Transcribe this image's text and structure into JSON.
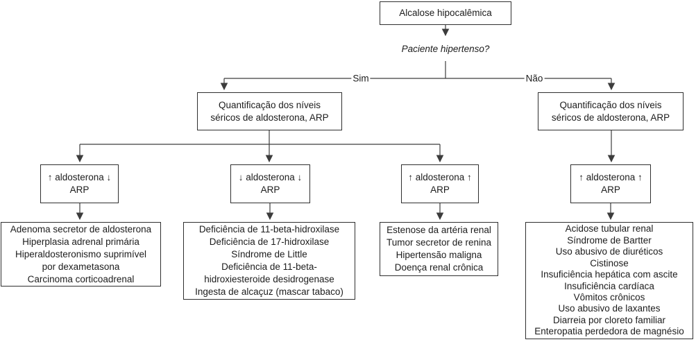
{
  "diagram": {
    "root": {
      "label": "Alcalose hipocalêmica"
    },
    "question": {
      "label": "Paciente hipertenso?"
    },
    "branch_labels": {
      "yes": "Sim",
      "no": "Não"
    },
    "quant_left": {
      "lines": [
        "Quantificação dos níveis",
        "séricos de aldosterona, ARP"
      ]
    },
    "quant_right": {
      "lines": [
        "Quantificação dos níveis",
        "séricos de aldosterona, ARP"
      ]
    },
    "result_high_aldo_low_arp": {
      "lines": [
        "↑ aldosterona ↓",
        "ARP"
      ]
    },
    "result_low_aldo_low_arp": {
      "lines": [
        "↓ aldosterona ↓",
        "ARP"
      ]
    },
    "result_high_aldo_high_arp_sim": {
      "lines": [
        "↑ aldosterona ↑",
        "ARP"
      ]
    },
    "result_high_aldo_high_arp_nao": {
      "lines": [
        "↑ aldosterona ↑",
        "ARP"
      ]
    },
    "causes_high_aldo_low_arp": {
      "lines": [
        "Adenoma secretor de aldosterona",
        "Hiperplasia adrenal primária",
        "Hiperaldosteronismo suprimível",
        "por dexametasona",
        "Carcinoma corticoadrenal"
      ]
    },
    "causes_low_aldo_low_arp": {
      "lines": [
        "Deficiência de 11-beta-hidroxilase",
        "Deficiência de 17-hidroxilase",
        "Síndrome de Little",
        "Deficiência de 11-beta-",
        "hidroxiesteroide desidrogenase",
        "Ingesta de alcaçuz (mascar tabaco)"
      ]
    },
    "causes_high_aldo_high_arp_sim": {
      "lines": [
        "Estenose da artéria renal",
        "Tumor secretor de renina",
        "Hipertensão maligna",
        "Doença renal crônica"
      ]
    },
    "causes_high_aldo_high_arp_nao": {
      "lines": [
        "Acidose tubular renal",
        "Síndrome de Bartter",
        "Uso abusivo de diuréticos",
        "Cistinose",
        "Insuficiência hepática com ascite",
        "Insuficiência cardíaca",
        "Vômitos crônicos",
        "Uso abusivo de laxantes",
        "Diarreia por cloreto familiar",
        "Enteropatia perdedora de magnésio"
      ]
    },
    "colors": {
      "line": "#3c3c3c",
      "border": "#2e2e2e",
      "text": "#1c1c1c",
      "background": "#ffffff"
    }
  }
}
